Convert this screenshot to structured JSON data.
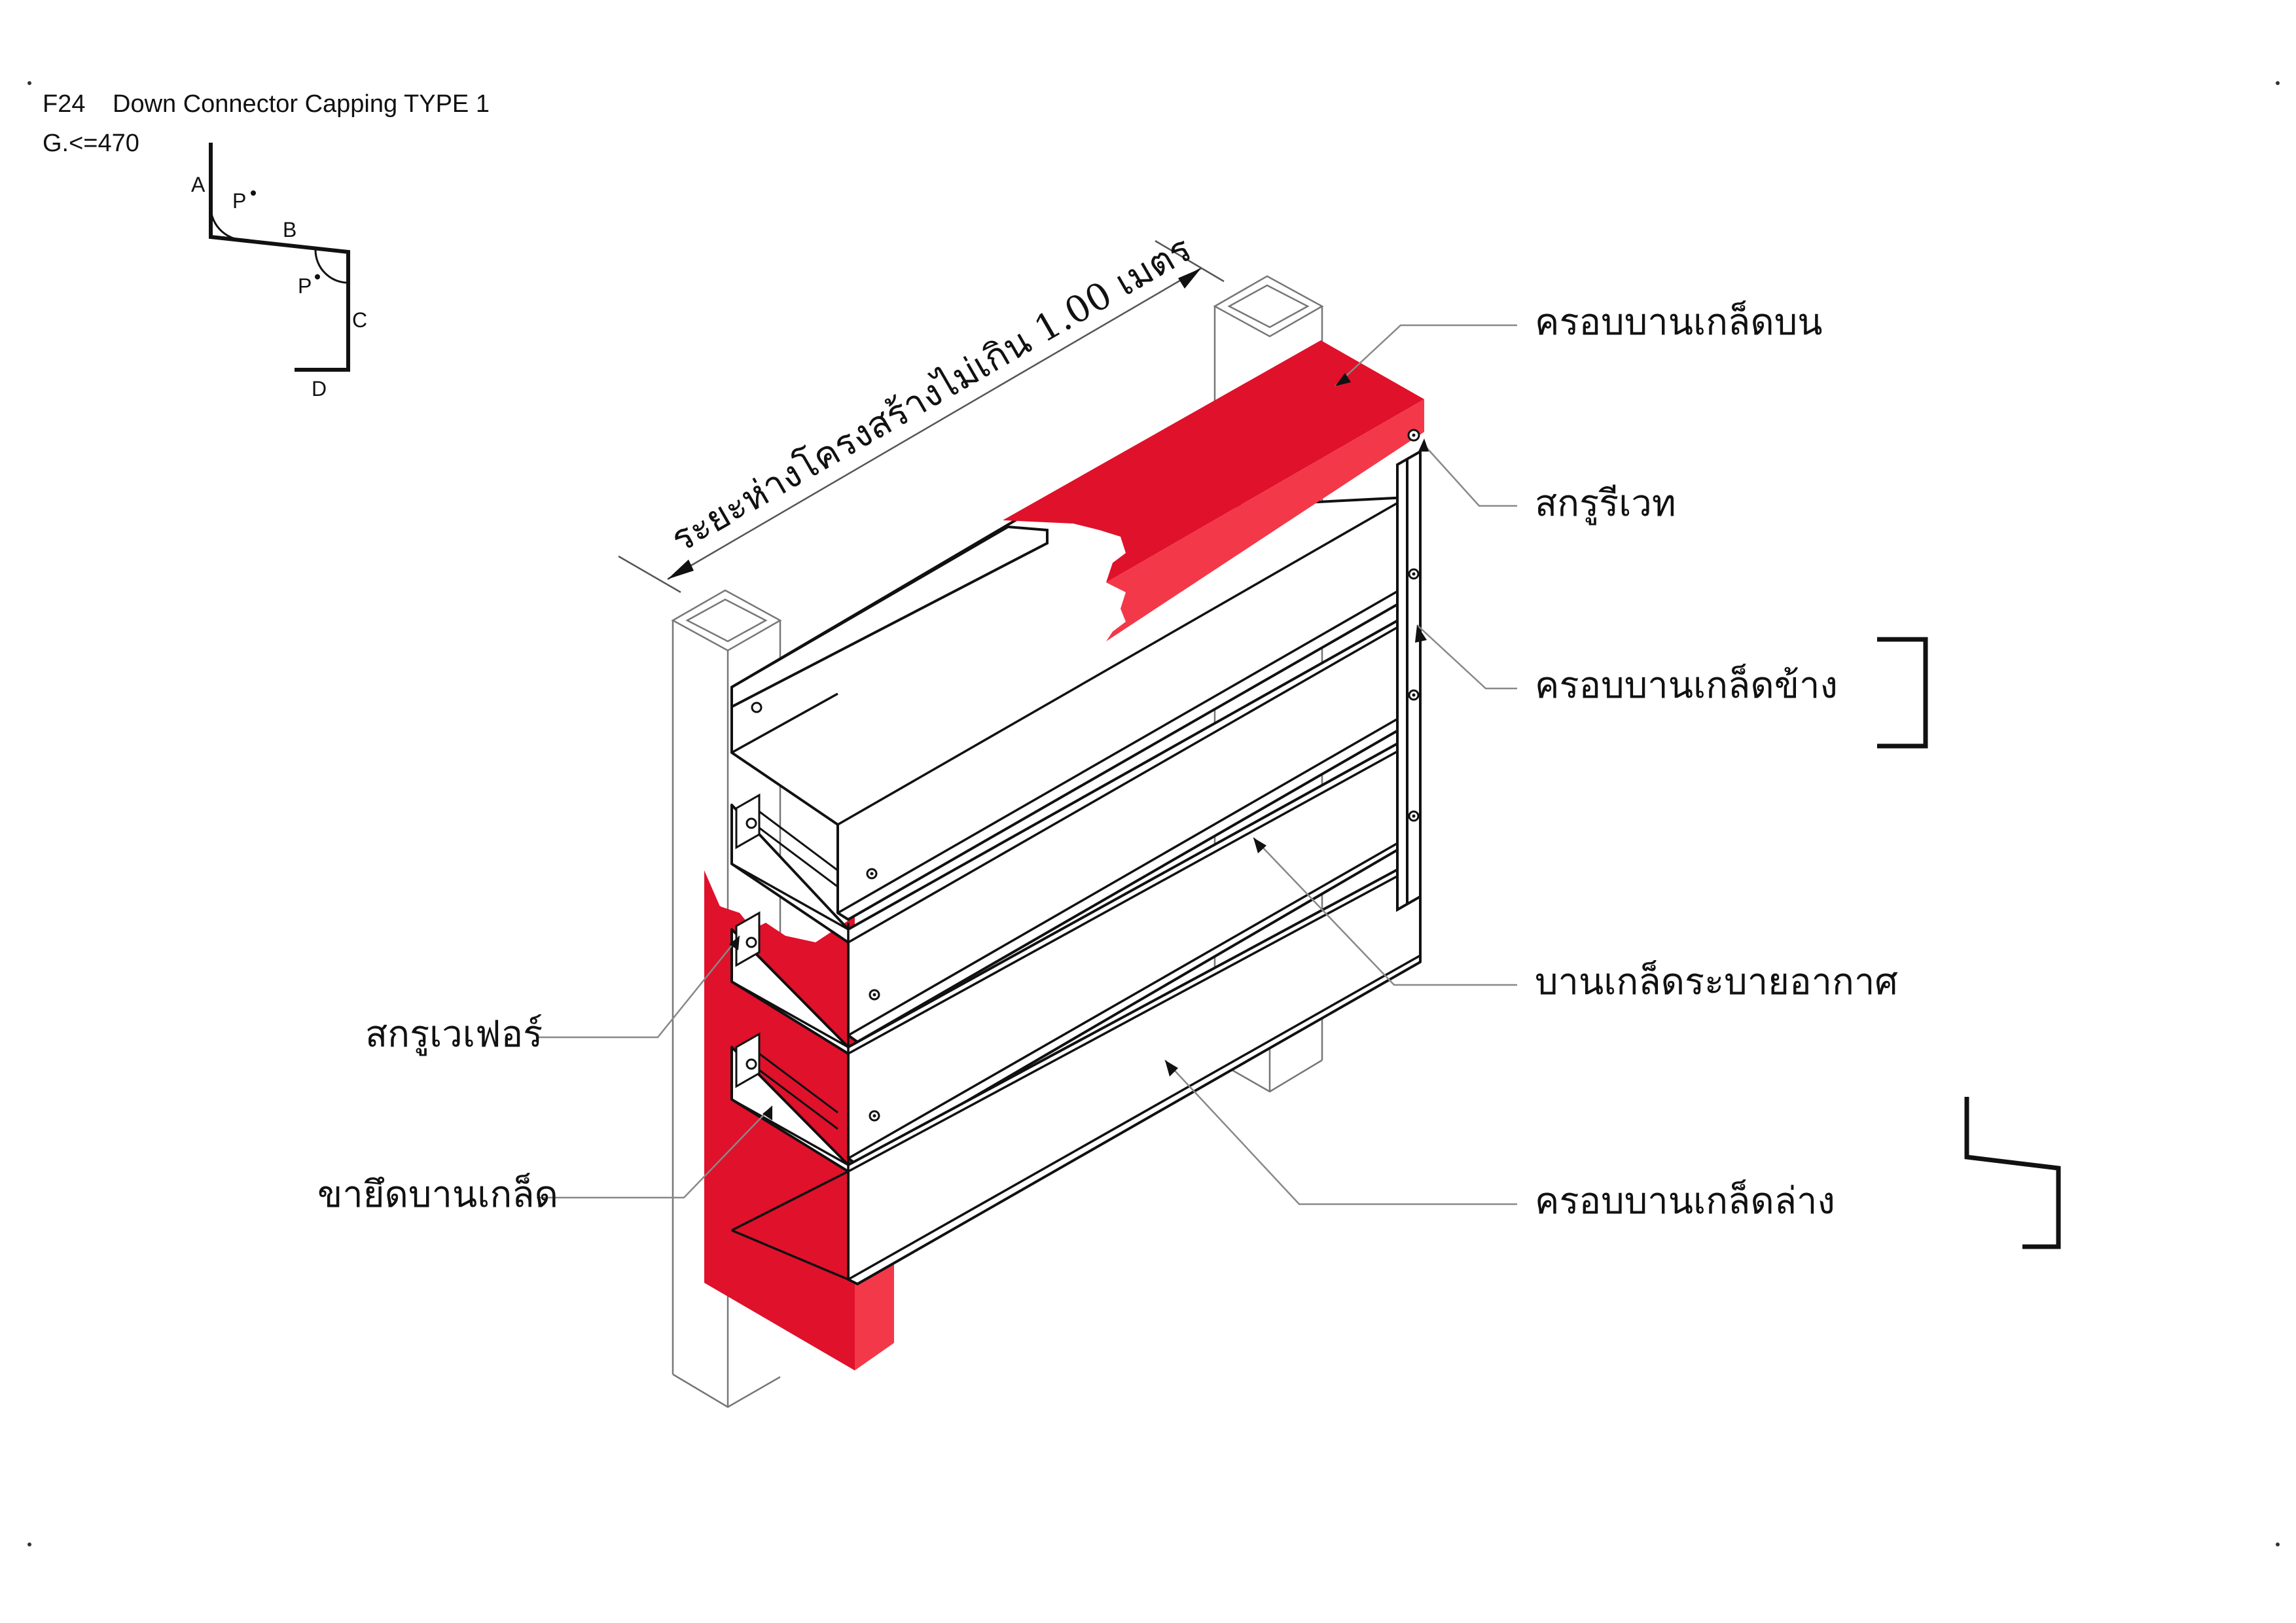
{
  "header": {
    "code": "F24",
    "title": "Down Connector Capping TYPE 1",
    "girth": "G.<=470"
  },
  "profile": {
    "labels": {
      "a": "A",
      "b": "B",
      "c": "C",
      "d": "D",
      "p1": "P",
      "p2": "P"
    }
  },
  "dimension": {
    "text": "ระยะห่างโครงสร้างไม่เกิน 1.00 เมตร"
  },
  "callouts": {
    "top_cap": "ครอบบานเกล็ดบน",
    "rivet": "สกรูรีเวท",
    "side_cap": "ครอบบานเกล็ดข้าง",
    "louver": "บานเกล็ดระบายอากาศ",
    "bottom_cap": "ครอบบานเกล็ดล่าง",
    "wafer_screw": "สกรูเวเฟอร์",
    "bracket": "ขายึดบานเกล็ด"
  },
  "colors": {
    "capping_red": "#e0112b",
    "capping_red_light": "#f3384a",
    "line": "#111111",
    "thin_line": "#888888"
  }
}
